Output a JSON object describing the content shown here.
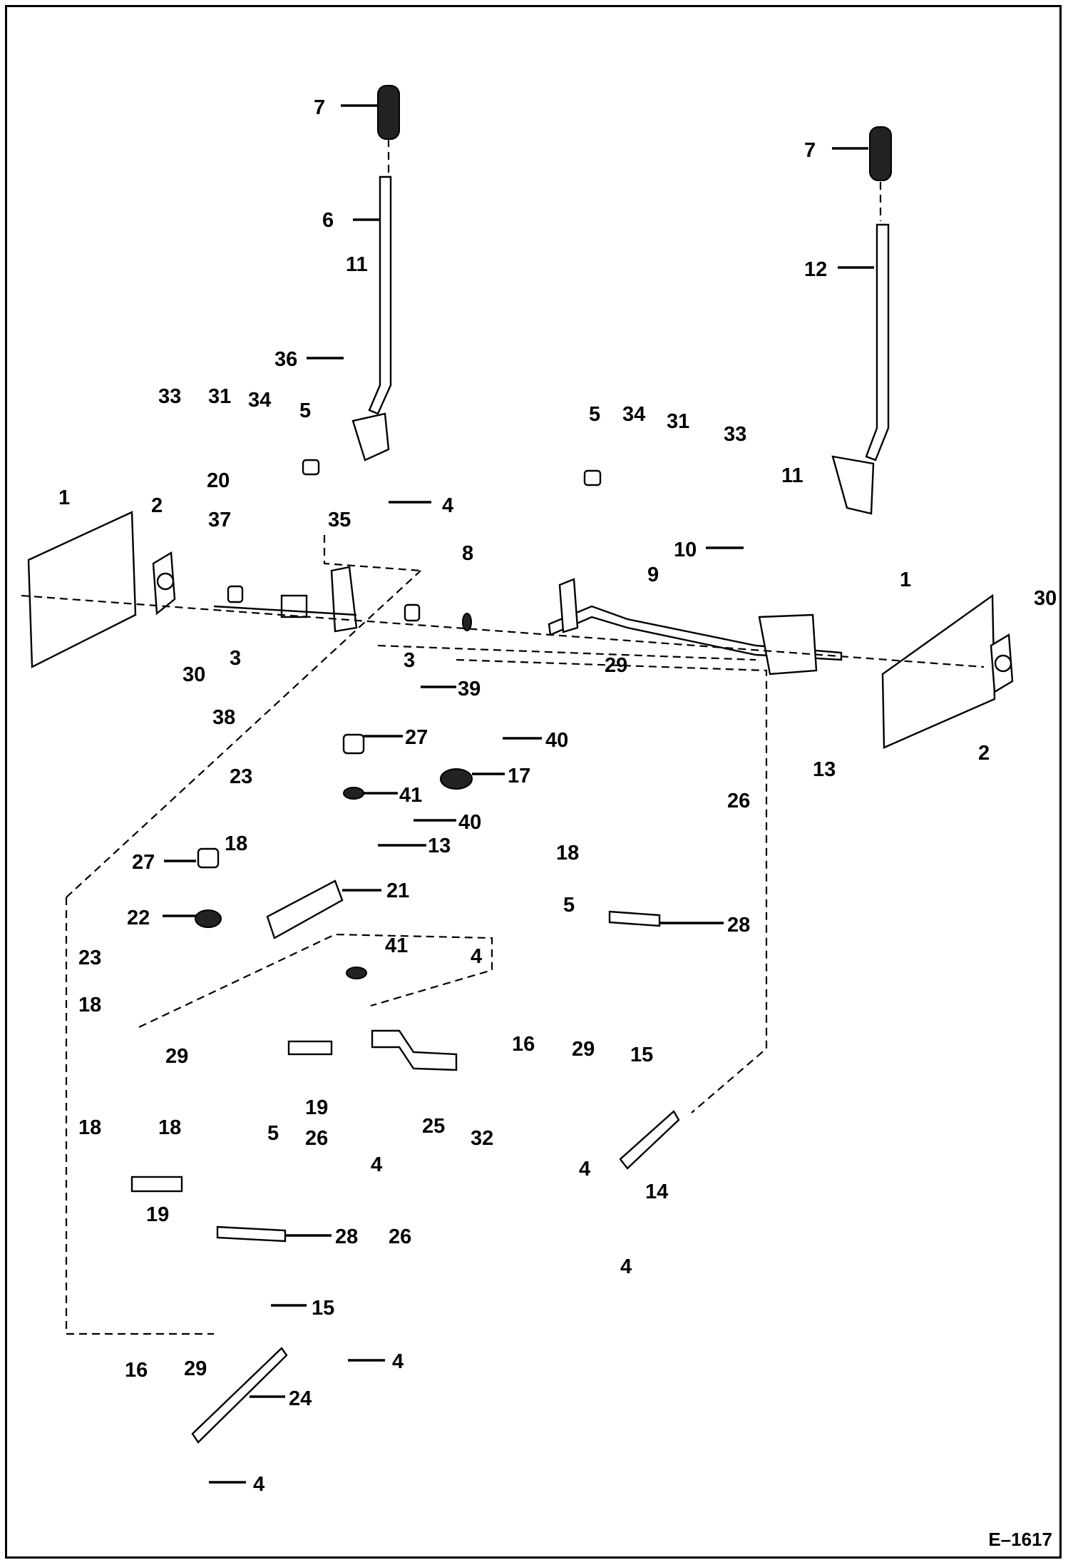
{
  "drawing_id": "E–1617",
  "callouts": [
    "1",
    "2",
    "3",
    "4",
    "5",
    "6",
    "7",
    "8",
    "9",
    "10",
    "11",
    "12",
    "13",
    "14",
    "15",
    "16",
    "17",
    "18",
    "19",
    "20",
    "21",
    "22",
    "23",
    "24",
    "25",
    "26",
    "27",
    "28",
    "29",
    "30",
    "31",
    "32",
    "33",
    "34",
    "35",
    "36",
    "37",
    "38",
    "39",
    "40",
    "41"
  ]
}
